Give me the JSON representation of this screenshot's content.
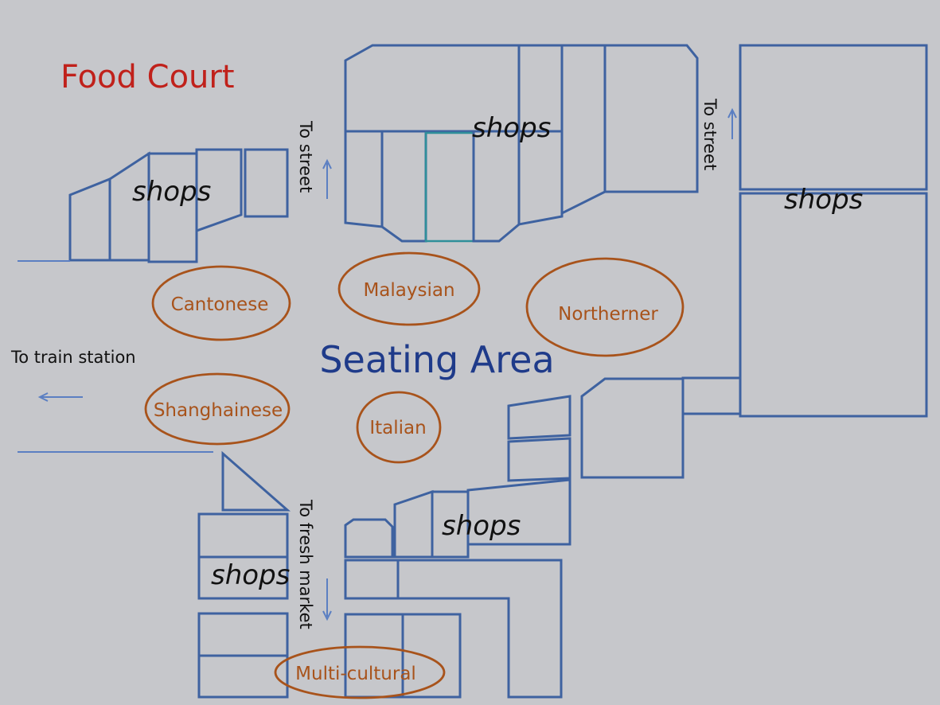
{
  "map": {
    "title": "Food Court",
    "center_label": "Seating Area",
    "shop_label": "shops",
    "directions": {
      "street_center": "To street",
      "street_right": "To street",
      "train_station": "To train station",
      "fresh_market": "To fresh market"
    },
    "stalls": {
      "cantonese": "Cantonese",
      "malaysian": "Malaysian",
      "northerner": "Northerner",
      "shanghainese": "Shanghainese",
      "italian": "Italian",
      "multicultural": "Multi-cultural"
    },
    "colors": {
      "background": "#c6c7cb",
      "shop_outline": "#3e62a0",
      "stall_outline": "#a8531b",
      "title": "#c0211b",
      "seating_label": "#1f3b8a"
    }
  }
}
